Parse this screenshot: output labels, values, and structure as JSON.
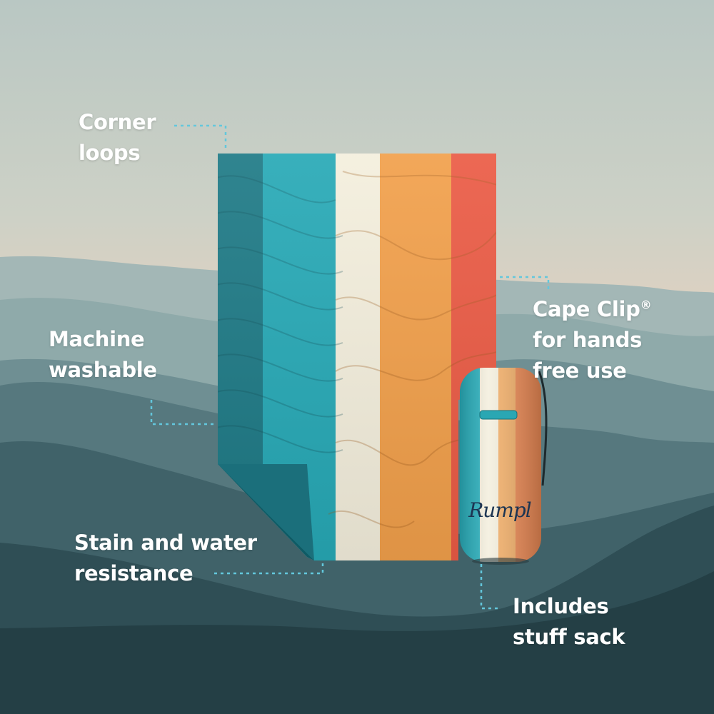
{
  "callouts": {
    "corner_loops": {
      "line1": "Corner",
      "line2": "loops"
    },
    "machine_washable": {
      "line1": "Machine",
      "line2": "washable"
    },
    "stain_water": {
      "line1": "Stain and water",
      "line2": "resistance"
    },
    "cape_clip": {
      "line1_text": "Cape Clip",
      "line1_mark": "®",
      "line2": "for hands",
      "line3": "free use"
    },
    "stuff_sack": {
      "line1": "Includes",
      "line2": "stuff sack"
    }
  },
  "product": {
    "sack_logo": "Rumpl",
    "stripe_colors": [
      "#1f7f8c",
      "#2ab0bd",
      "#f4efde",
      "#f3a14c",
      "#ec5a45"
    ]
  },
  "colors": {
    "callout_text": "#ffffff",
    "leader_line": "#63c7dc"
  }
}
